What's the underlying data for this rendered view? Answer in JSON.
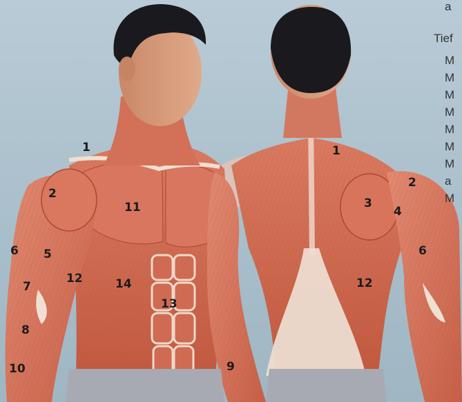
{
  "labels": {
    "front": [
      "1",
      "2",
      "11",
      "6",
      "5",
      "12",
      "14",
      "7",
      "13",
      "8",
      "10",
      "9"
    ],
    "back": [
      "1",
      "2",
      "3",
      "4",
      "6",
      "12"
    ]
  },
  "legend": {
    "top_fragment": "a",
    "heading": "Tief",
    "lines": [
      "M",
      "M",
      "M",
      "M",
      "M",
      "M",
      "M",
      "a",
      "M"
    ]
  },
  "colors": {
    "background": "#adc2ce",
    "muscle": "#d8765f",
    "muscle_dark": "#b9563f",
    "tendon": "#eedfd2",
    "hair": "#1a1a1e",
    "skin": "#d49a7a",
    "shorts": "#a7aab2"
  }
}
